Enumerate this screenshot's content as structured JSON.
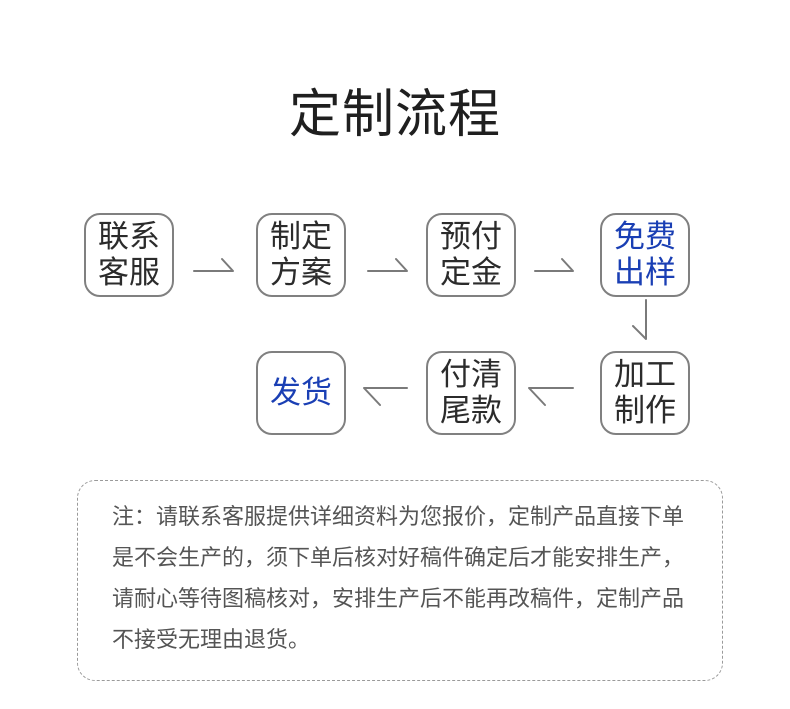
{
  "title": "定制流程",
  "steps": [
    {
      "line1": "联系",
      "line2": "客服"
    },
    {
      "line1": "制定",
      "line2": "方案"
    },
    {
      "line1": "预付",
      "line2": "定金"
    },
    {
      "line1": "免费",
      "line2": "出样"
    },
    {
      "line1": "加工",
      "line2": "制作"
    },
    {
      "line1": "付清",
      "line2": "尾款"
    },
    {
      "line1": "发货",
      "line2": ""
    }
  ],
  "colors": {
    "accent": "#1a3fb4",
    "border": "#808080",
    "text": "#2b2b2b"
  },
  "note": {
    "text": "注：请联系客服提供详细资料为您报价，定制产品直接下单是不会生产的，须下单后核对好稿件确定后才能安排生产，请耐心等待图稿核对，安排生产后不能再改稿件，定制产品不接受无理由退货。"
  }
}
